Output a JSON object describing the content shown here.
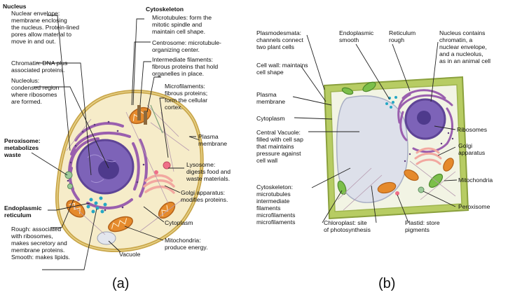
{
  "panel_a": {
    "caption": "(a)",
    "nucleus": {
      "title": "Nucleus",
      "text": "Nuclear envelope:\nmembrane enclosing\nthe nucleus. Protein-lined\npores allow material to\nmove in and out."
    },
    "chromatin": {
      "text": "Chromatin: DNA plus\nassociated proteins."
    },
    "nucleolus": {
      "text": "Nucleolus:\ncondensed region\nwhere ribosomes\nare formed."
    },
    "peroxisome": {
      "text": "Peroxisome:\nmetabolizes\nwaste"
    },
    "er": {
      "title": "Endoplasmic\nreticulum",
      "text": "Rough: associated\nwith ribosomes,\nmakes secretory and\nmembrane proteins.\nSmooth: makes lipids."
    },
    "cytoskeleton": {
      "title": "Cytoskeleton",
      "text": "Microtubules: form the\nmitotic spindle and\nmaintain cell shape."
    },
    "centrosome": {
      "text": "Centrosome: microtubule-\norganizing center."
    },
    "intermediate": {
      "text": "Intermediate filaments:\nfibrous proteins that hold\norganelles in place."
    },
    "microfilaments": {
      "text": "Microfilaments:\nfibrous proteins;\nform the cellular\ncortex."
    },
    "plasma": {
      "text": "Plasma\nmembrane"
    },
    "lysosome": {
      "text": "Lysosome:\ndigests food and\nwaste materials."
    },
    "golgi": {
      "text": "Golgi apparatus:\nmodifies proteins."
    },
    "cytoplasm": {
      "text": "Cytoplasm"
    },
    "mitochondria": {
      "text": "Mitochondria:\nproduce energy."
    },
    "vacuole": {
      "text": "Vacuole"
    }
  },
  "panel_b": {
    "caption": "(b)",
    "plasmodesmata": {
      "text": "Plasmodesmata:\nchannels connect\ntwo plant cells"
    },
    "er_smooth": {
      "text": "Endoplasmic\nsmooth"
    },
    "reticulum_rough": {
      "text": "Reticulum\nrough"
    },
    "nucleus": {
      "text": "Nucleus contains\nchromatin, a\nnuclear envelope,\nand a nucleolus,\nas in an animal cell"
    },
    "cell_wall": {
      "text": "Cell wall: maintains\ncell shape"
    },
    "plasma": {
      "text": "Plasma\nmembrane"
    },
    "cytoplasm": {
      "text": "Cytoplasm"
    },
    "vacuole": {
      "text": "Central Vacuole:\nfilled with cell sap\nthat maintains\npressure against\ncell wall"
    },
    "ribosomes": {
      "text": "Ribosomes"
    },
    "golgi": {
      "text": "Golgi\napparatus"
    },
    "mitochondria": {
      "text": "Mitochondria"
    },
    "peroxisome": {
      "text": "Peroxisome"
    },
    "cytoskeleton": {
      "text": "Cytoskeleton:\nmicrotubules\nintermediate\nfilaments\nmicrofilaments\nmicrofilaments"
    },
    "chloroplast": {
      "text": "Chloroplast: site\nof photosynthesis"
    },
    "plastid": {
      "text": "Plastid: store\npigments"
    }
  },
  "colors": {
    "animal_fill": "#f6ecc9",
    "animal_border": "#c9a64a",
    "nucleus": "#7d63b8",
    "nucleolus": "#4e3a8c",
    "er": "#9a5fae",
    "mito": "#e58a2c",
    "golgi": "#f2a8a0",
    "cell_wall": "#b7cc63",
    "plant_fill": "#f2f4e4",
    "chloroplast": "#7cbf4a",
    "vacuole": "#dde0ea",
    "ribosome": "#24a7c4"
  }
}
